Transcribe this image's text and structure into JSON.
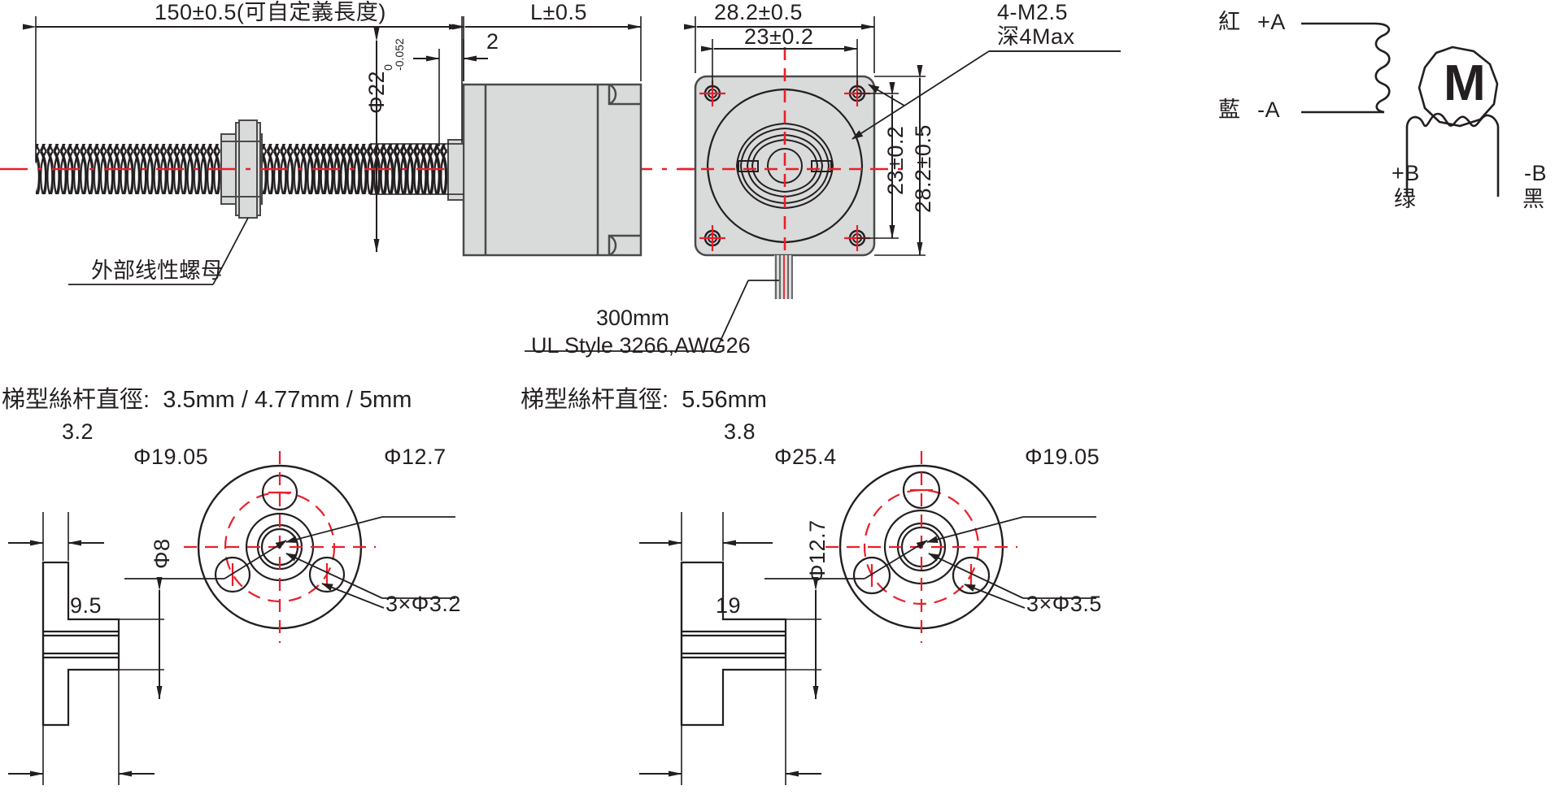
{
  "title": "Stepper Motor Lead Screw Technical Drawing",
  "top_view": {
    "screw_length_dim": "150±0.5(可自定義長度)",
    "shaft_dia_dim": {
      "value": "Φ22",
      "upper_tol": "0",
      "lower_tol": "-0.052"
    },
    "body_length_dim": "L±0.5",
    "flange_offset_dim": "2",
    "nut_callout": "外部线性螺母"
  },
  "front_view": {
    "body_width_dim": "28.2±0.5",
    "bolt_circle_dim": "23±0.2",
    "bolt_circle_v_dim": "23±0.2",
    "body_height_dim": "28.2±0.5",
    "screw_hole_callout_line1": "4-M2.5",
    "screw_hole_callout_line2": "深4Max"
  },
  "wire_callout": {
    "line1": "300mm",
    "line2": "UL Style 3266,AWG26"
  },
  "wiring_diagram": {
    "motor_symbol": "M",
    "leads": [
      {
        "color": "紅",
        "terminal": "+A"
      },
      {
        "color": "藍",
        "terminal": "-A"
      },
      {
        "color": "绿",
        "terminal": "+B"
      },
      {
        "color": "黑",
        "terminal": "-B"
      }
    ]
  },
  "flange_left": {
    "heading_label": "梯型絲杆直徑:",
    "heading_value": "3.5mm / 4.77mm / 5mm",
    "thickness_dim": "3.2",
    "hub_dia_dim": "Φ8",
    "total_length_dim": "9.5",
    "outer_dia_dim": "Φ19.05",
    "bolt_circle_dim": "Φ12.7",
    "hole_dim": "3×Φ3.2"
  },
  "flange_right": {
    "heading_label": "梯型絲杆直徑:",
    "heading_value": "5.56mm",
    "thickness_dim": "3.8",
    "hub_dia_dim": "Φ12.7",
    "total_length_dim": "19",
    "outer_dia_dim": "Φ25.4",
    "bolt_circle_dim": "Φ19.05",
    "hole_dim": "3×Φ3.5"
  },
  "colors": {
    "line": "#231f20",
    "centerline": "#e8202a",
    "body_fill": "#d9dada"
  }
}
